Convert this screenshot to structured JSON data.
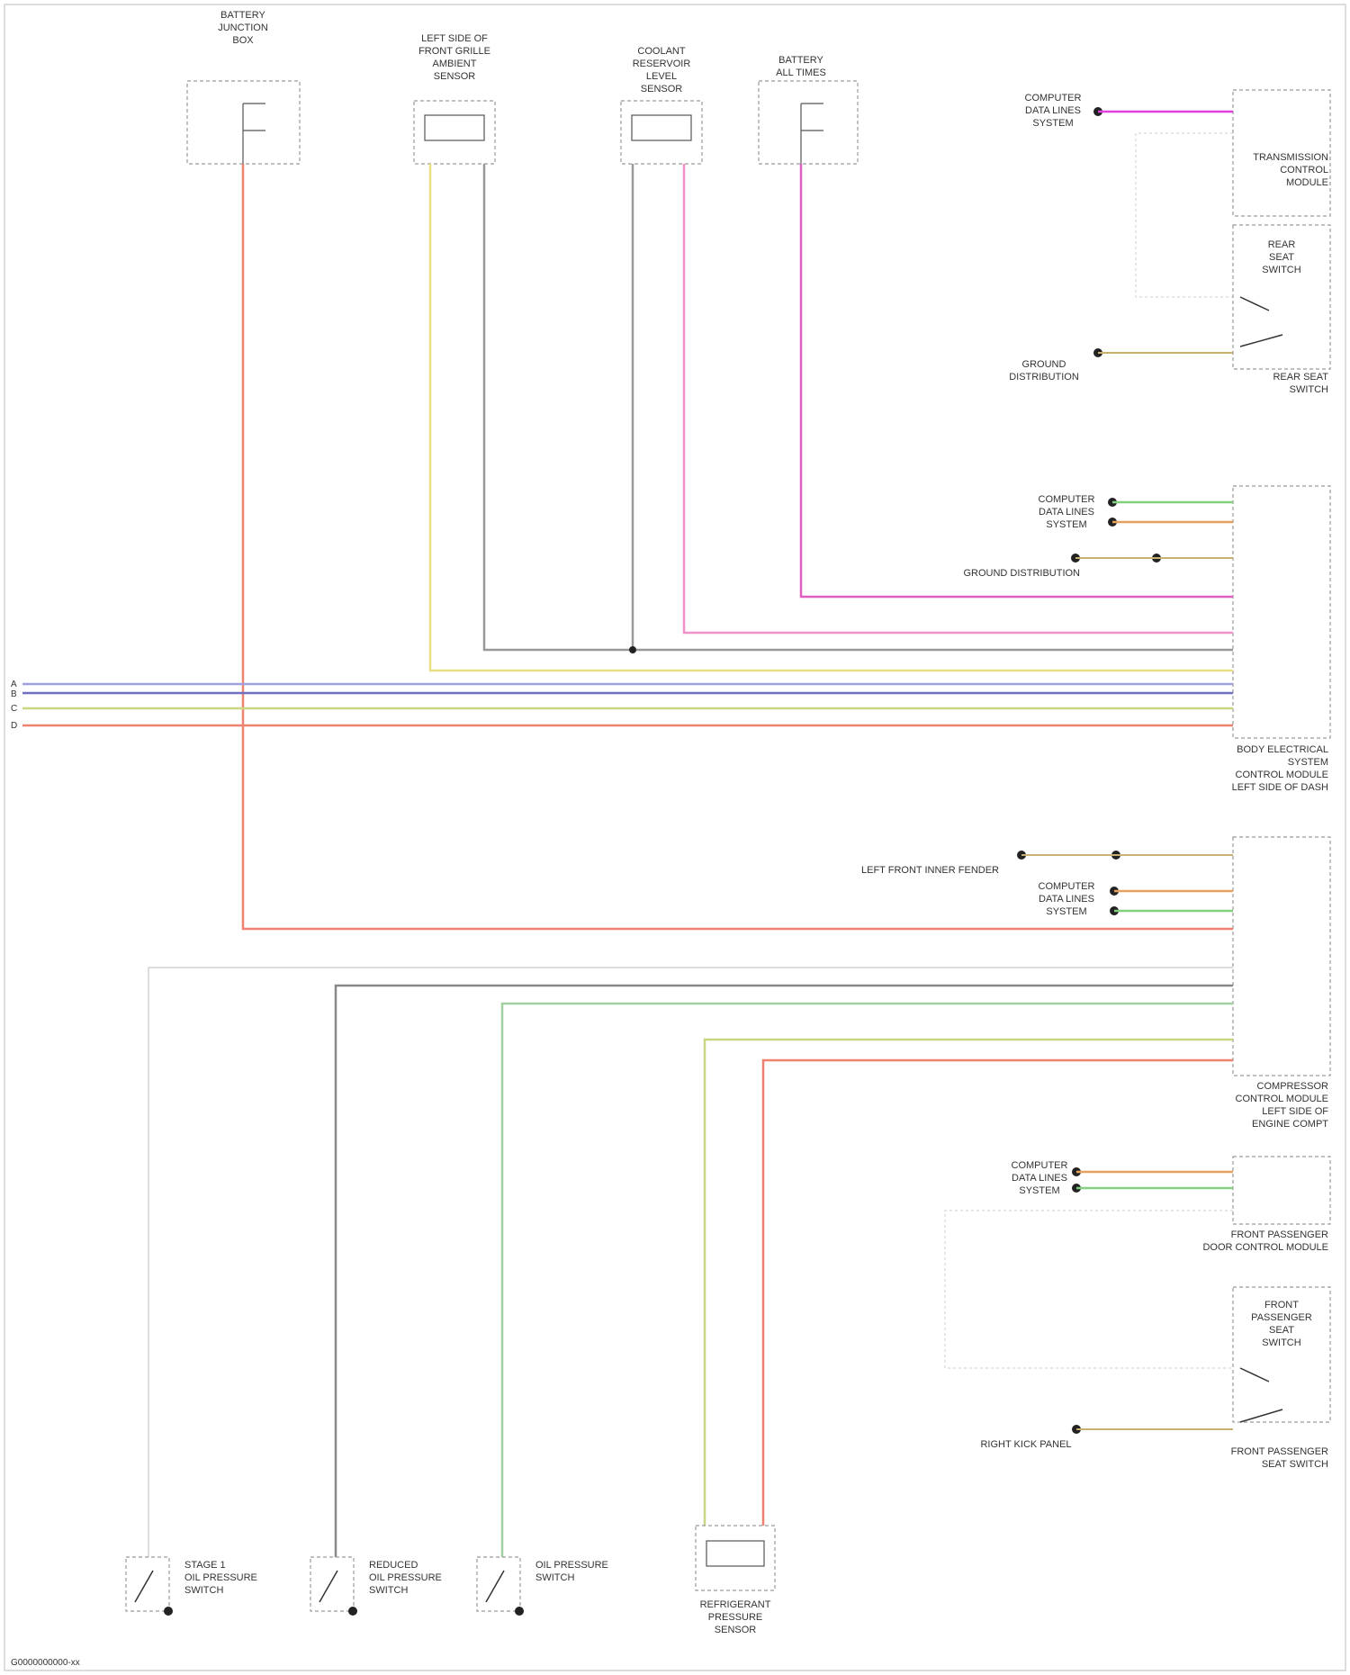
{
  "diagram": {
    "footer": "G0000000000-xx",
    "components": {
      "fuse_tl": [
        "BATTERY",
        "JUNCTION",
        "BOX"
      ],
      "left_sensor": [
        "LEFT SIDE OF",
        "FRONT GRILLE",
        "AMBIENT",
        "SENSOR"
      ],
      "level_sensor": [
        "COOLANT",
        "RESERVOIR",
        "LEVEL",
        "SENSOR"
      ],
      "fuse_tr": [
        "BATTERY",
        "ALL TIMES"
      ],
      "pcm_top": [
        "TRANSMISSION",
        "CONTROL",
        "MODULE"
      ],
      "rear_switch": [
        "REAR",
        "SEAT",
        "SWITCH"
      ],
      "rear_switch_bottom": [
        "REAR SEAT",
        "SWITCH"
      ],
      "body_module": [
        "BODY ELECTRICAL",
        "SYSTEM",
        "CONTROL MODULE",
        "LEFT SIDE OF DASH"
      ],
      "compressor_module": [
        "COMPRESSOR",
        "CONTROL MODULE",
        "LEFT SIDE OF",
        "ENGINE COMPT"
      ],
      "front_pcm": [
        "FRONT PASSENGER",
        "DOOR CONTROL MODULE"
      ],
      "front_seat_switch": [
        "FRONT",
        "PASSENGER",
        "SEAT",
        "SWITCH"
      ],
      "front_seat_switch_bottom": [
        "FRONT PASSENGER",
        "SEAT SWITCH"
      ],
      "sw1": [
        "STAGE 1",
        "OIL PRESSURE",
        "SWITCH"
      ],
      "sw2": [
        "REDUCED",
        "OIL PRESSURE",
        "SWITCH"
      ],
      "sw3": [
        "OIL PRESSURE",
        "SWITCH"
      ],
      "pressure_sensor": [
        "REFRIGERANT",
        "PRESSURE",
        "SENSOR"
      ]
    },
    "side_labels": {
      "comp_top": [
        "COMPUTER",
        "DATA LINES",
        "SYSTEM"
      ],
      "ground_rear": [
        "GROUND",
        "DISTRIBUTION"
      ],
      "comp_body": [
        "COMPUTER",
        "DATA LINES",
        "SYSTEM"
      ],
      "ground_body": "GROUND DISTRIBUTION",
      "ground_comp": "LEFT FRONT INNER FENDER",
      "comp_comp": [
        "COMPUTER",
        "DATA LINES",
        "SYSTEM"
      ],
      "comp_front": [
        "COMPUTER",
        "DATA LINES",
        "SYSTEM"
      ],
      "ground_front": "RIGHT KICK PANEL"
    },
    "left_edge": [
      "A",
      "B",
      "C",
      "D"
    ]
  }
}
